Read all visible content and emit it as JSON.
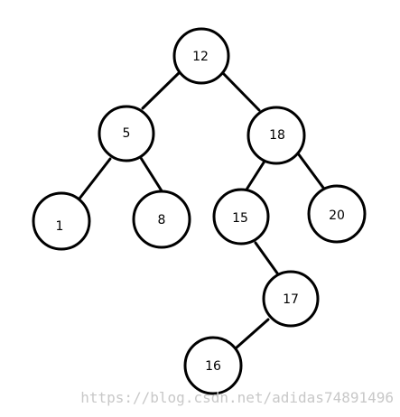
{
  "tree": {
    "nodes": [
      {
        "id": "n12",
        "label": "12"
      },
      {
        "id": "n5",
        "label": "5"
      },
      {
        "id": "n18",
        "label": "18"
      },
      {
        "id": "n1",
        "label": "1"
      },
      {
        "id": "n8",
        "label": "8"
      },
      {
        "id": "n15",
        "label": "15"
      },
      {
        "id": "n20",
        "label": "20"
      },
      {
        "id": "n17",
        "label": "17"
      },
      {
        "id": "n16",
        "label": "16"
      }
    ],
    "edges": [
      {
        "from": "12",
        "to": "5"
      },
      {
        "from": "12",
        "to": "18"
      },
      {
        "from": "5",
        "to": "1"
      },
      {
        "from": "5",
        "to": "8"
      },
      {
        "from": "18",
        "to": "15"
      },
      {
        "from": "18",
        "to": "20"
      },
      {
        "from": "15",
        "to": "17"
      },
      {
        "from": "17",
        "to": "16"
      }
    ]
  },
  "watermark": {
    "text": "https://blog.csdn.net/adidas74891496"
  },
  "colors": {
    "stroke": "#000000",
    "background": "#ffffff",
    "watermark": "#c8c8c8"
  }
}
